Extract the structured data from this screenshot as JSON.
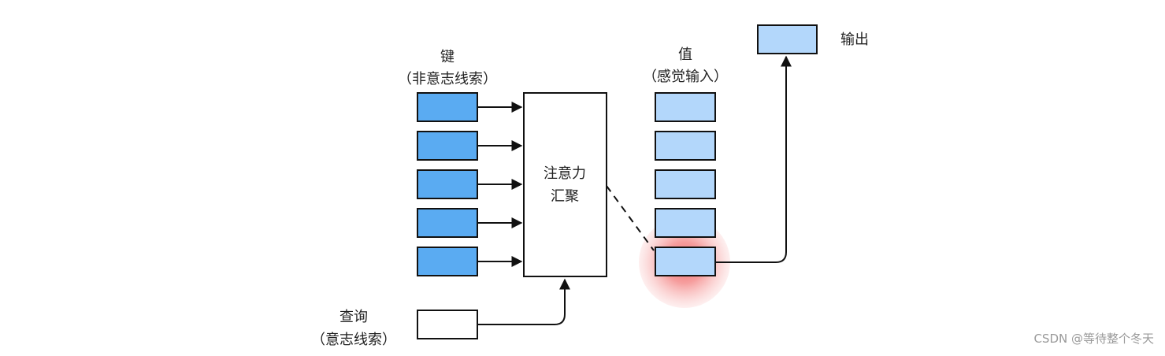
{
  "labels": {
    "keys": "键",
    "keys_sub": "（非意志线索）",
    "values": "值",
    "values_sub": "（感觉输入）",
    "output": "输出",
    "pool_line1": "注意力",
    "pool_line2": "汇聚",
    "query": "查询",
    "query_sub": "（意志线索）"
  },
  "colors": {
    "key_fill": "#5aabf2",
    "value_fill": "#b3d7fb",
    "output_fill": "#b3d7fb",
    "query_fill": "#ffffff",
    "stroke": "#111111",
    "highlight": "#f06a6a"
  },
  "diagram": {
    "key_count": 5,
    "value_count": 5,
    "selected_value_index": 4
  },
  "watermark": "CSDN @等待整个冬天"
}
